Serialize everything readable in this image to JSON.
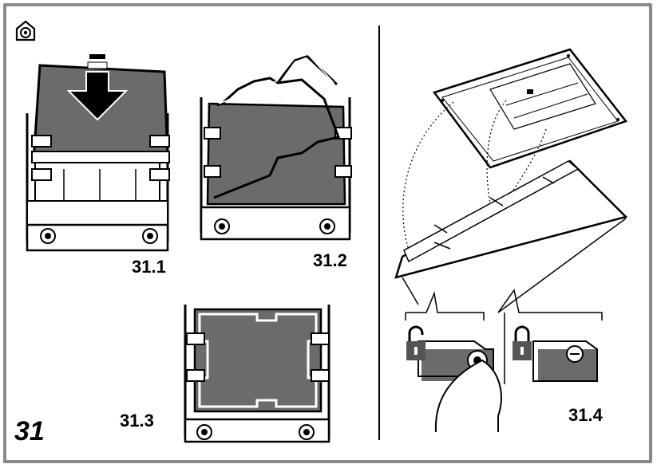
{
  "figure": {
    "number": "31",
    "step_labels": [
      "31.1",
      "31.2",
      "31.3",
      "31.4"
    ]
  },
  "icons": {
    "corner": "house-hood-icon",
    "unlocked": "padlock-open-icon",
    "locked": "padlock-closed-icon"
  },
  "colors": {
    "frame": "#8a8a8a",
    "filter_fill": "#6b6b6b",
    "lock_badge": "#555555"
  }
}
